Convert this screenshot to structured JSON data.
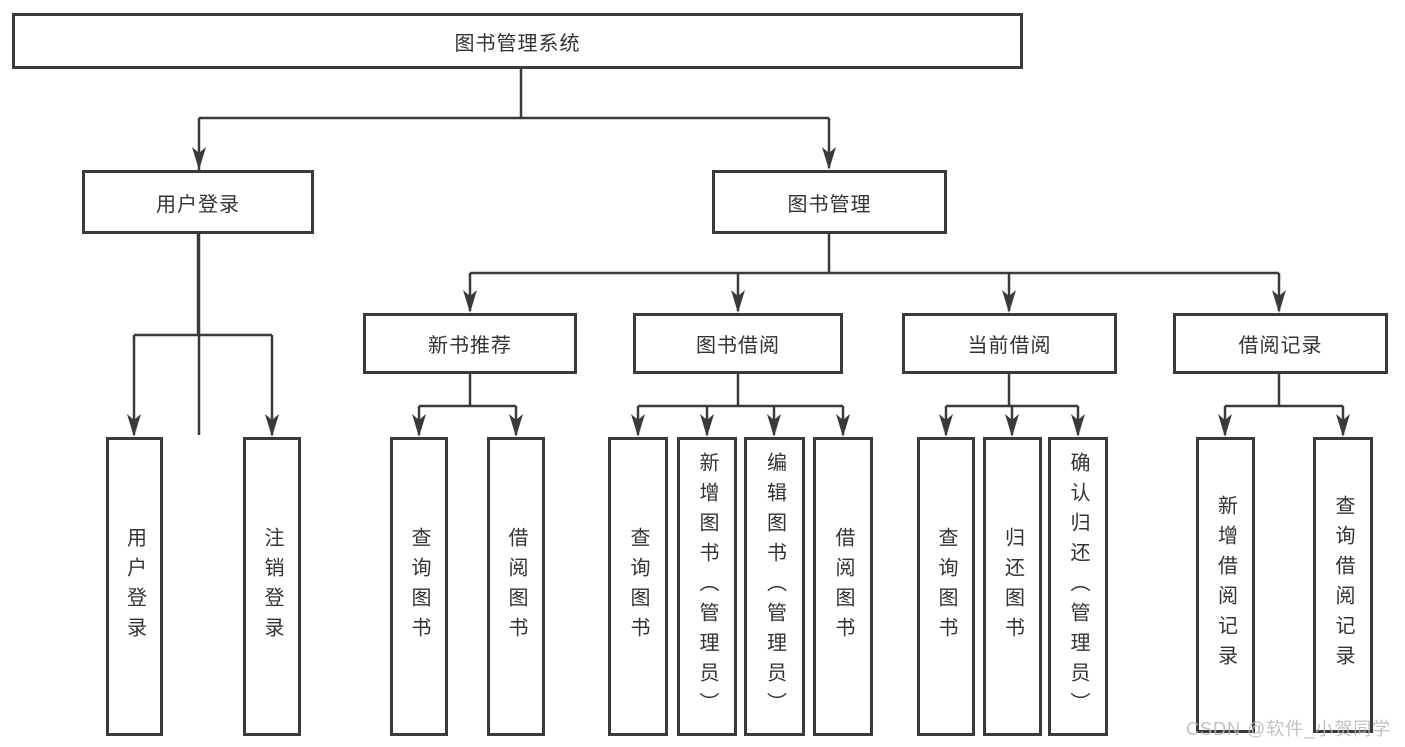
{
  "colors": {
    "line": "#3a3a3a",
    "text": "#333333",
    "background": "#ffffff",
    "watermark": "#b9b9b9"
  },
  "watermark": {
    "text": "CSDN @软件_小贺同学"
  },
  "diagram": {
    "root": {
      "label": "图书管理系统"
    },
    "branches": [
      {
        "label": "用户登录",
        "children": [
          {
            "label": "用户登录"
          },
          {
            "label": "注销登录"
          }
        ]
      },
      {
        "label": "图书管理",
        "children": [
          {
            "label": "新书推荐",
            "children": [
              {
                "label": "查询图书"
              },
              {
                "label": "借阅图书"
              }
            ]
          },
          {
            "label": "图书借阅",
            "children": [
              {
                "label": "查询图书"
              },
              {
                "label": "新增图书（管理员）"
              },
              {
                "label": "编辑图书（管理员）"
              },
              {
                "label": "借阅图书"
              }
            ]
          },
          {
            "label": "当前借阅",
            "children": [
              {
                "label": "查询图书"
              },
              {
                "label": "归还图书"
              },
              {
                "label": "确认归还（管理员）"
              }
            ]
          },
          {
            "label": "借阅记录",
            "children": [
              {
                "label": "新增借阅记录"
              },
              {
                "label": "查询借阅记录"
              }
            ]
          }
        ]
      }
    ]
  }
}
